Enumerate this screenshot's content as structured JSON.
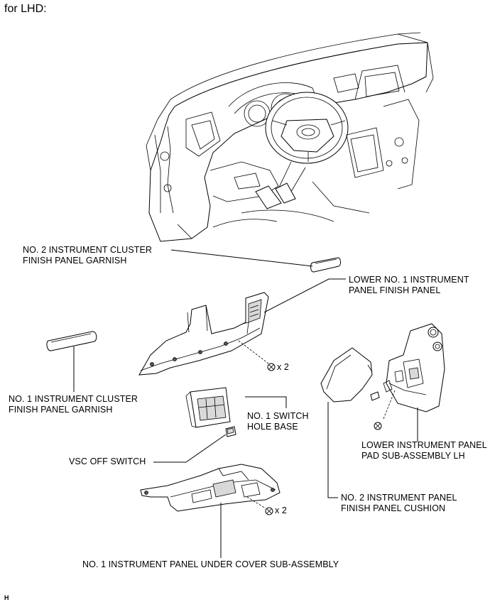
{
  "heading": "for LHD:",
  "footer_code": "H",
  "labels": {
    "no2_cluster_garnish": [
      "NO. 2 INSTRUMENT CLUSTER",
      "FINISH PANEL GARNISH"
    ],
    "lower_no1_finish_panel": [
      "LOWER NO. 1 INSTRUMENT",
      "PANEL FINISH PANEL"
    ],
    "no1_cluster_garnish": [
      "NO. 1 INSTRUMENT CLUSTER",
      "FINISH PANEL GARNISH"
    ],
    "no1_switch_hole_base": [
      "NO. 1 SWITCH",
      "HOLE BASE"
    ],
    "vsc_off_switch": [
      "VSC OFF SWITCH"
    ],
    "lower_pad_lh": [
      "LOWER INSTRUMENT PANEL",
      "PAD SUB-ASSEMBLY LH"
    ],
    "no2_finish_cushion": [
      "NO. 2 INSTRUMENT PANEL",
      "FINISH PANEL CUSHION"
    ],
    "no1_under_cover": [
      "NO. 1 INSTRUMENT PANEL UNDER COVER SUB-ASSEMBLY"
    ]
  },
  "fastener_counts": {
    "finish_panel_screws": "x 2",
    "under_cover_screws": "x 2"
  }
}
